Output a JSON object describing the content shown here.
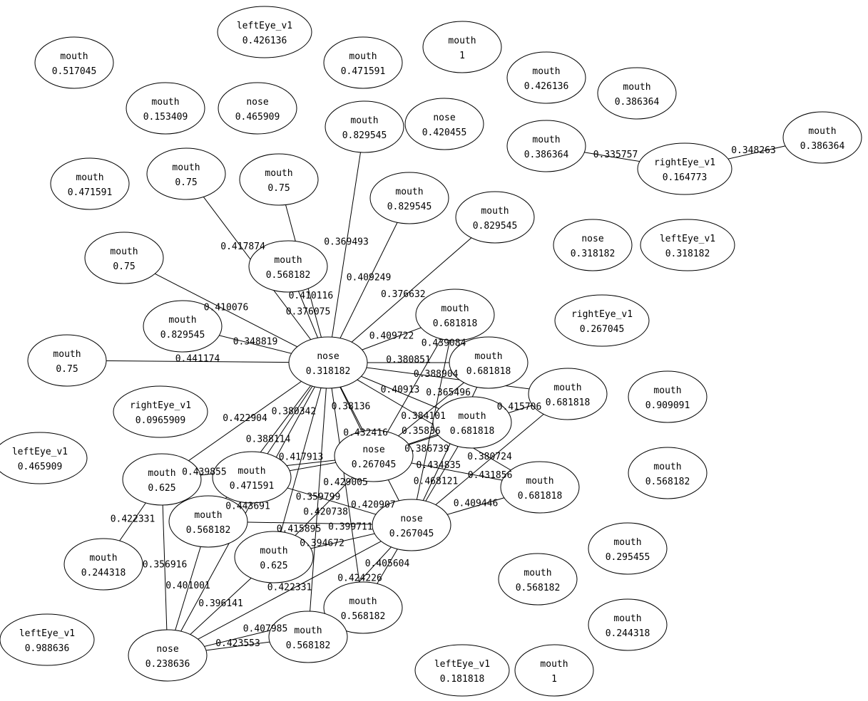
{
  "nodes": [
    {
      "label": "leftEye_v1",
      "value": "0.426136"
    },
    {
      "label": "mouth",
      "value": "0.517045"
    },
    {
      "label": "mouth",
      "value": "0.471591"
    },
    {
      "label": "mouth",
      "value": "1"
    },
    {
      "label": "mouth",
      "value": "0.426136"
    },
    {
      "label": "mouth",
      "value": "0.386364"
    },
    {
      "label": "mouth",
      "value": "0.153409"
    },
    {
      "label": "nose",
      "value": "0.465909"
    },
    {
      "label": "nose",
      "value": "0.420455"
    },
    {
      "label": "mouth",
      "value": "0.829545"
    },
    {
      "label": "mouth",
      "value": "0.386364"
    },
    {
      "label": "rightEye_v1",
      "value": "0.164773"
    },
    {
      "label": "mouth",
      "value": "0.386364"
    },
    {
      "label": "mouth",
      "value": "0.471591"
    },
    {
      "label": "mouth",
      "value": "0.75"
    },
    {
      "label": "mouth",
      "value": "0.75"
    },
    {
      "label": "mouth",
      "value": "0.829545"
    },
    {
      "label": "mouth",
      "value": "0.829545"
    },
    {
      "label": "nose",
      "value": "0.318182"
    },
    {
      "label": "leftEye_v1",
      "value": "0.318182"
    },
    {
      "label": "mouth",
      "value": "0.75"
    },
    {
      "label": "mouth",
      "value": "0.568182"
    },
    {
      "label": "mouth",
      "value": "0.681818"
    },
    {
      "label": "rightEye_v1",
      "value": "0.267045"
    },
    {
      "label": "mouth",
      "value": "0.829545"
    },
    {
      "label": "mouth",
      "value": "0.75"
    },
    {
      "label": "nose",
      "value": "0.318182"
    },
    {
      "label": "mouth",
      "value": "0.681818"
    },
    {
      "label": "mouth",
      "value": "0.681818"
    },
    {
      "label": "mouth",
      "value": "0.909091"
    },
    {
      "label": "rightEye_v1",
      "value": "0.0965909"
    },
    {
      "label": "leftEye_v1",
      "value": "0.465909"
    },
    {
      "label": "mouth",
      "value": "0.681818"
    },
    {
      "label": "nose",
      "value": "0.267045"
    },
    {
      "label": "mouth",
      "value": "0.625"
    },
    {
      "label": "mouth",
      "value": "0.471591"
    },
    {
      "label": "mouth",
      "value": "0.568182"
    },
    {
      "label": "mouth",
      "value": "0.681818"
    },
    {
      "label": "mouth",
      "value": "0.568182"
    },
    {
      "label": "nose",
      "value": "0.267045"
    },
    {
      "label": "mouth",
      "value": "0.295455"
    },
    {
      "label": "mouth",
      "value": "0.244318"
    },
    {
      "label": "mouth",
      "value": "0.625"
    },
    {
      "label": "mouth",
      "value": "0.568182"
    },
    {
      "label": "mouth",
      "value": "0.568182"
    },
    {
      "label": "mouth",
      "value": "0.244318"
    },
    {
      "label": "leftEye_v1",
      "value": "0.988636"
    },
    {
      "label": "nose",
      "value": "0.238636"
    },
    {
      "label": "mouth",
      "value": "0.568182"
    },
    {
      "label": "leftEye_v1",
      "value": "0.181818"
    },
    {
      "label": "mouth",
      "value": "1"
    }
  ],
  "edges": [
    {
      "from": 26,
      "to": 14,
      "label": "0.417874"
    },
    {
      "from": 26,
      "to": 15,
      "label": "0.410116"
    },
    {
      "from": 26,
      "to": 9,
      "label": "0.369493"
    },
    {
      "from": 26,
      "to": 16,
      "label": "0.409249"
    },
    {
      "from": 26,
      "to": 17,
      "label": "0.376632"
    },
    {
      "from": 26,
      "to": 21,
      "label": "0.376075"
    },
    {
      "from": 26,
      "to": 20,
      "label": "0.410076"
    },
    {
      "from": 26,
      "to": 25,
      "label": "0.441174"
    },
    {
      "from": 26,
      "to": 24,
      "label": "0.348819"
    },
    {
      "from": 26,
      "to": 22,
      "label": "0.409722"
    },
    {
      "from": 26,
      "to": 27,
      "label": "0.380851"
    },
    {
      "from": 26,
      "to": 28,
      "label": "0.388904"
    },
    {
      "from": 26,
      "to": 32,
      "label": "0.40913"
    },
    {
      "from": 26,
      "to": 37,
      "label": "0.384101"
    },
    {
      "from": 26,
      "to": 33,
      "label": "0.38136"
    },
    {
      "from": 26,
      "to": 39,
      "label": "0.432416"
    },
    {
      "from": 26,
      "to": 34,
      "label": "0.422904"
    },
    {
      "from": 26,
      "to": 35,
      "label": "0.380342"
    },
    {
      "from": 26,
      "to": 47,
      "label": "0.443691"
    },
    {
      "from": 26,
      "to": 42,
      "label": "0.417913"
    },
    {
      "from": 26,
      "to": 38,
      "label": "0.388114"
    },
    {
      "from": 26,
      "to": 44,
      "label": "0.429005"
    },
    {
      "from": 26,
      "to": 48,
      "label": "0.359799"
    },
    {
      "from": 22,
      "to": 33,
      "label": "0.439084"
    },
    {
      "from": 22,
      "to": 39,
      "label": "0.386739"
    },
    {
      "from": 27,
      "to": 33,
      "label": "0.365496"
    },
    {
      "from": 27,
      "to": 39,
      "label": "0.434835"
    },
    {
      "from": 28,
      "to": 33,
      "label": "0.415706"
    },
    {
      "from": 28,
      "to": 39,
      "label": "0.380724"
    },
    {
      "from": 32,
      "to": 33,
      "label": "0.35836"
    },
    {
      "from": 32,
      "to": 39,
      "label": "0.468121"
    },
    {
      "from": 33,
      "to": 37,
      "label": "0.431856"
    },
    {
      "from": 39,
      "to": 37,
      "label": "0.409446"
    },
    {
      "from": 33,
      "to": 34,
      "label": "0.439855"
    },
    {
      "from": 33,
      "to": 35,
      "label": "0.420738"
    },
    {
      "from": 33,
      "to": 42,
      "label": "0.415895"
    },
    {
      "from": 39,
      "to": 35,
      "label": "0.420907"
    },
    {
      "from": 39,
      "to": 38,
      "label": "0.399711"
    },
    {
      "from": 39,
      "to": 42,
      "label": "0.394672"
    },
    {
      "from": 39,
      "to": 44,
      "label": "0.405604"
    },
    {
      "from": 39,
      "to": 48,
      "label": "0.424226"
    },
    {
      "from": 34,
      "to": 47,
      "label": "0.356916"
    },
    {
      "from": 38,
      "to": 47,
      "label": "0.401001"
    },
    {
      "from": 42,
      "to": 47,
      "label": "0.396141"
    },
    {
      "from": 44,
      "to": 47,
      "label": "0.407985"
    },
    {
      "from": 48,
      "to": 47,
      "label": "0.423553"
    },
    {
      "from": 34,
      "to": 41,
      "label": "0.422331"
    },
    {
      "from": 39,
      "to": 47,
      "label": "0.422331"
    },
    {
      "from": 10,
      "to": 11,
      "label": "0.335757"
    },
    {
      "from": 11,
      "to": 12,
      "label": "0.348263"
    }
  ]
}
